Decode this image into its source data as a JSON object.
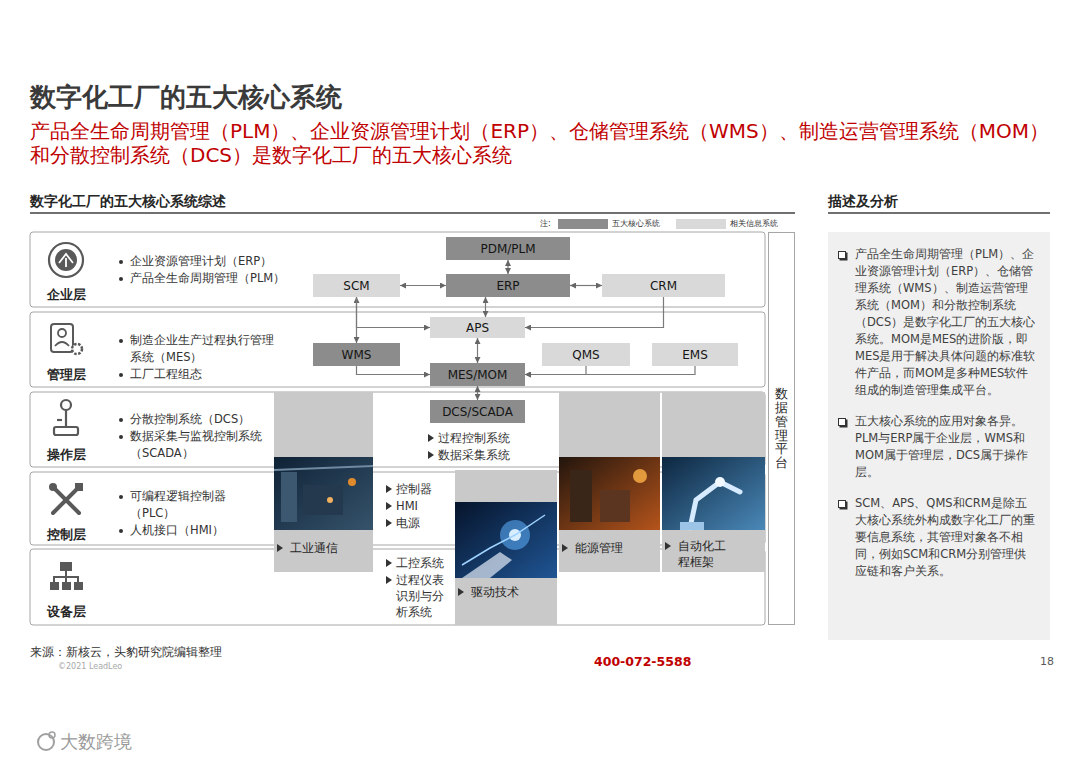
{
  "diagram": {
    "title": "数字化工厂的五大核心系统",
    "nodes": [
      {
        "text": [
          "企业层",
          "企业资源管理计划（ERP）",
          "产品全生命周期管理（PLM）"
        ]
      },
      {
        "text": [
          "PDM/PLM"
        ],
        "in": 0
      },
      {
        "text": [
          "SCM"
        ],
        "in": 0
      },
      {
        "text": [
          "ERP"
        ],
        "in": 0
      },
      {
        "text": [
          "CRM"
        ],
        "in": 0
      },
      {
        "text": [
          "管理层",
          "制造企业生产过程执行管理系统（MES）",
          "工厂工程组态"
        ]
      },
      {
        "text": [
          "APS"
        ],
        "in": 5
      },
      {
        "text": [
          "WMS"
        ],
        "in": 5
      },
      {
        "text": [
          "QMS"
        ],
        "in": 5
      },
      {
        "text": [
          "EMS"
        ],
        "in": 5
      },
      {
        "text": [
          "MES/MOM"
        ],
        "in": 5
      },
      {
        "text": [
          "操作层",
          "分散控制系统（DCS）",
          "数据采集与监视控制系统（SCADA）"
        ]
      },
      {
        "text": [
          "DCS/SCADA"
        ],
        "in": 11
      },
      {
        "text": [
          "控制层",
          "可编程逻辑控制器（PLC）",
          "人机接口（HMI）"
        ]
      },
      {
        "text": [
          "设备层"
        ]
      },
      {
        "text": [
          "工业通信"
        ]
      },
      {
        "text": [
          "驱动技术"
        ]
      },
      {
        "text": [
          "能源管理"
        ]
      },
      {
        "text": [
          "自动化工程框架"
        ]
      },
      {
        "text": [
          "数据管理平台"
        ]
      },
      {
        "text": [
          "产品全生命周期管理（PLM）、企业资源管理计划（ERP）、仓储管理系统（WMS）、制造运营管理系统（MOM）和分散控制系统（DCS）是数字化工厂的五大核心系统。MOM是MES的进阶版，即MES是用于解决具体问题的标准软件产品，而MOM是多种MES软件组成的制造管理集成平台。",
          "五大核心系统的应用对象各异。PLM与ERP属于企业层，WMS和MOM属于管理层，DCS属于操作层。",
          "SCM、APS、QMS和CRM是除五大核心系统外构成数字化工厂的重要信息系统，其管理对象各不相同，例如SCM和CRM分别管理供应链和客户关系。"
        ]
      }
    ],
    "edges": [
      {
        "from": 1,
        "to": 3,
        "arrow": "both"
      },
      {
        "from": 2,
        "to": 3,
        "arrow": "both"
      },
      {
        "from": 3,
        "to": 4,
        "arrow": "both"
      },
      {
        "from": 2,
        "to": 7,
        "arrow": "both"
      },
      {
        "from": 3,
        "to": 6,
        "arrow": "both"
      },
      {
        "from": 2,
        "to": 6,
        "arrow": "to"
      },
      {
        "from": 4,
        "to": 6,
        "arrow": "to"
      },
      {
        "from": 6,
        "to": 10,
        "arrow": "both"
      },
      {
        "from": 7,
        "to": 10,
        "arrow": "to"
      },
      {
        "from": 8,
        "to": 10,
        "arrow": "to"
      },
      {
        "from": 9,
        "to": 10,
        "arrow": "to"
      },
      {
        "from": 10,
        "to": 12,
        "arrow": "both"
      }
    ],
    "labels": [
      "产品全生命周期管理（PLM）、企业资源管理计划（ERP）、仓储管理系统（WMS）、制造运营管理系统（MOM）和分散控制系统（DCS）是数字化工厂的五大核心系统",
      "数字化工厂的五大核心系统综述",
      "描述及分析",
      "注:",
      "过程控制系统",
      "数据采集系统",
      "控制器",
      "HMI",
      "电源",
      "工控系统",
      "过程仪表识别与分析系统",
      "来源：新核云，头豹研究院编辑整理",
      "©2021 LeadLeo",
      "400-072-5588",
      "18",
      "大数跨境"
    ],
    "legend": [
      {
        "text": "五大核心系统",
        "color": "#8c8c8c"
      },
      {
        "text": "相关信息系统",
        "color": "#d9d9d9"
      }
    ]
  }
}
